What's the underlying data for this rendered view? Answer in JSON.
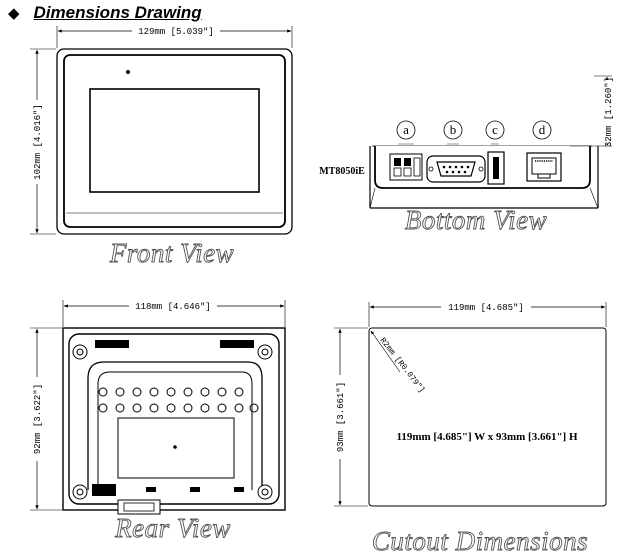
{
  "header": {
    "bullet": "◆",
    "title": "Dimensions Drawing"
  },
  "front_view": {
    "caption": "Front View",
    "width_label": "129mm [5.039\"]",
    "height_label": "102mm [4.016\"]"
  },
  "bottom_view": {
    "caption": "Bottom View",
    "model": "MT8050iE",
    "depth_label": "32mm [1.260\"]",
    "ports": [
      "a",
      "b",
      "c",
      "d"
    ]
  },
  "rear_view": {
    "caption": "Rear View",
    "width_label": "118mm [4.646\"]",
    "height_label": "92mm [3.622\"]"
  },
  "cutout": {
    "caption": "Cutout Dimensions",
    "width_label": "119mm [4.685\"]",
    "height_label": "93mm [3.661\"]",
    "radius_label": "R2mm [R0.079\"]",
    "center_text": "119mm [4.685\"] W x 93mm [3.661\"] H"
  }
}
